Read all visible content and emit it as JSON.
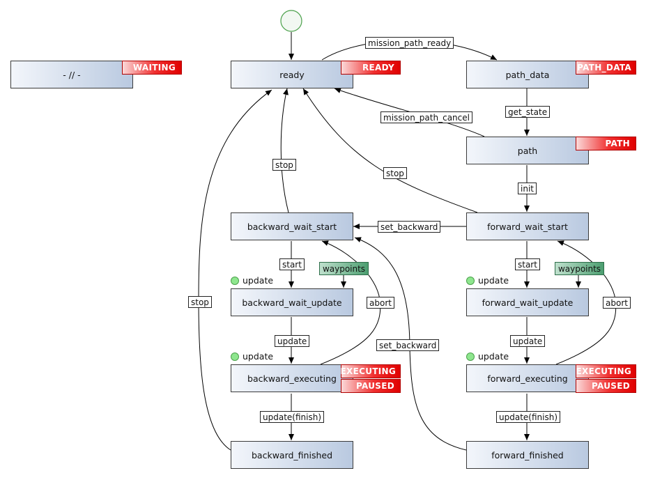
{
  "states": {
    "waiting_placeholder": "- // -",
    "ready": "ready",
    "path_data": "path_data",
    "path": "path",
    "backward_wait_start": "backward_wait_start",
    "forward_wait_start": "forward_wait_start",
    "backward_wait_update": "backward_wait_update",
    "forward_wait_update": "forward_wait_update",
    "backward_executing": "backward_executing",
    "forward_executing": "forward_executing",
    "backward_finished": "backward_finished",
    "forward_finished": "forward_finished"
  },
  "tags": {
    "waiting": "WAITING",
    "ready": "READY",
    "path_data": "PATH_DATA",
    "path": "PATH",
    "executing": "EXECUTING",
    "paused": "PAUSED"
  },
  "edges": {
    "mission_path_ready": "mission_path_ready",
    "mission_path_cancel": "mission_path_cancel",
    "get_state": "get_state",
    "init": "init",
    "stop": "stop",
    "set_backward": "set_backward",
    "start": "start",
    "abort": "abort",
    "update": "update",
    "update_finish": "update(finish)"
  },
  "waypoints_label": "waypoints",
  "self_update_label": "update",
  "colors": {
    "state_fill_start": "#f3f6fb",
    "state_fill_end": "#b9c9e0",
    "tag_red": "#e00000",
    "waypoints_green": "#4c9e70",
    "initial_node_green": "#8ee68e"
  }
}
